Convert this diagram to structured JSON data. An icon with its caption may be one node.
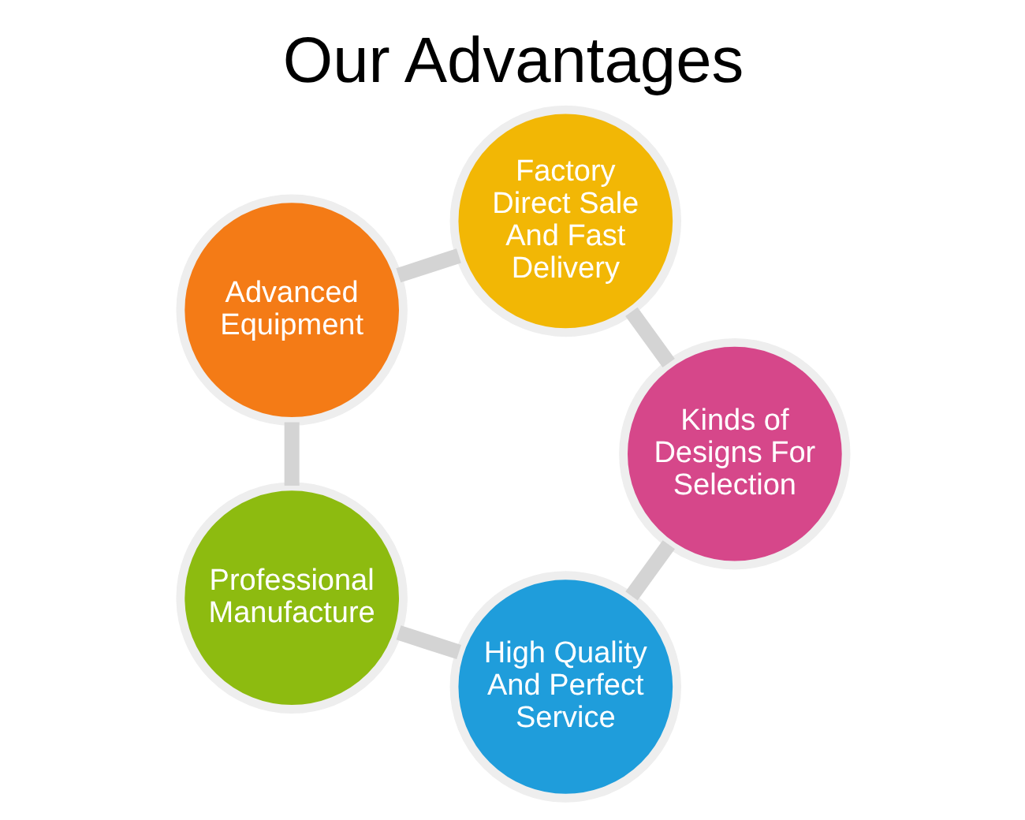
{
  "diagram": {
    "title": "Our Advantages",
    "nodes": [
      {
        "text": [
          "Advanced Equipment"
        ]
      },
      {
        "text": [
          "Factory Direct Sale And Fast Delivery"
        ]
      },
      {
        "text": [
          "Professional Manufacture"
        ]
      },
      {
        "text": [
          "Kinds of Designs For Selection"
        ]
      },
      {
        "text": [
          "High Quality And Perfect Service"
        ]
      }
    ],
    "edges": [
      {
        "from": 0,
        "to": 1,
        "arrow": "none"
      },
      {
        "from": 1,
        "to": 3,
        "arrow": "none"
      },
      {
        "from": 3,
        "to": 4,
        "arrow": "none"
      },
      {
        "from": 4,
        "to": 2,
        "arrow": "none"
      },
      {
        "from": 2,
        "to": 0,
        "arrow": "none"
      }
    ]
  }
}
